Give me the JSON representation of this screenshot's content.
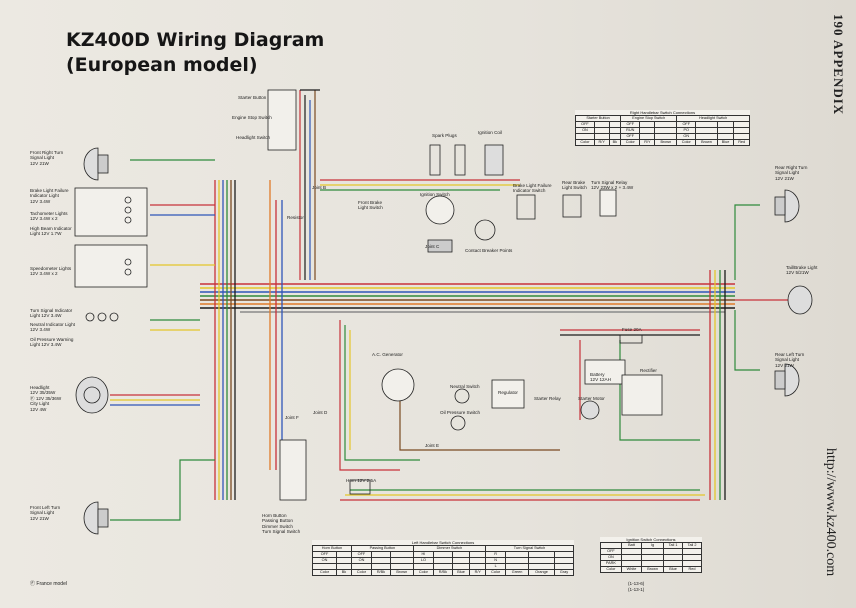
{
  "title": {
    "line1": "KZ400D Wiring Diagram",
    "line2": "(European model)"
  },
  "side_header": "190 APPENDIX",
  "url": "http://www.kz400.com",
  "footnote": "Ⓕ France model",
  "components": {
    "front_right_turn": "Front Right Turn\nSignal Light\n12V 21W",
    "brake_failure": "Brake Light Failure\nIndicator Light\n12V 3.4W",
    "tachometer": "Tachometer Lights\n12V 3.4W x 2",
    "high_beam": "High Beam Indicator\nLight 12V 1.7W",
    "speedometer": "Speedometer Lights\n12V 3.4W x 2",
    "turn_indicator": "Turn Signal Indicator\nLight 12V 3.4W",
    "neutral_indicator": "Neutral Indicator Light\n12V 3.4W",
    "oil_warning": "Oil Pressure Warning\nLight 12V 3.4W",
    "headlight": "Headlight\n12V 35/35W\nⒻ 12V 35/36W\nCity Light\n12V 4W",
    "front_left_turn": "Front Left Turn\nSignal Light\n12V 21W",
    "starter_button": "Starter Button",
    "engine_stop": "Engine Stop Switch",
    "headlight_switch": "Headlight Switch",
    "spark_plugs": "Spark Plugs",
    "ignition_coil": "Ignition Coil",
    "front_brake": "Front Brake\nLight Switch",
    "ignition_switch": "Ignition Switch",
    "contact_breaker": "Contact Breaker Points",
    "brake_failure_switch": "Brake Light Failure\nIndicator Switch",
    "rear_brake": "Rear Brake\nLight Switch",
    "turn_relay": "Turn Signal Relay\n12V 23W x 2 + 3.4W",
    "rear_right_turn": "Rear Right Turn\nSignal Light\n12V 21W",
    "tail_brake": "Tail/Brake Light\n12V 5/21W",
    "rear_left_turn": "Rear Left Turn\nSignal Light\n12V 21W",
    "fuse": "Fuse 20A",
    "battery": "Battery\n12V 12AH",
    "rectifier": "Rectifier",
    "ac_generator": "A.C. Generator",
    "neutral_switch": "Neutral Switch",
    "regulator": "Regulator",
    "starter_relay": "Starter Relay",
    "starter_motor": "Starter Motor",
    "oil_pressure_switch": "Oil Pressure Switch",
    "horn": "Horn 12V 2.5A",
    "left_switch_group": "Horn Button\nPassing Button\nDimmer Switch\nTurn Signal Switch",
    "resistor": "Resistor",
    "joint_b": "Joint B",
    "joint_c": "Joint C",
    "joint_d": "Joint D",
    "joint_e": "Joint E",
    "joint_f": "Joint F",
    "code1": "(1-13-6)",
    "code2": "(1-13-1)"
  },
  "right_table": {
    "caption": "Right Handlebar Switch Connections",
    "groups": [
      "Starter Button",
      "Engine Stop Switch",
      "Headlight Switch"
    ],
    "rows": [
      [
        "OFF",
        "",
        "",
        "OFF",
        "",
        "",
        "OFF",
        "",
        ""
      ],
      [
        "ON",
        "",
        "",
        "RUN",
        "",
        "",
        "PO",
        "",
        ""
      ],
      [
        "",
        "",
        "",
        "OFF",
        "",
        "",
        "ON",
        "",
        ""
      ]
    ],
    "color_row": [
      "Color",
      "R/Y",
      "Bk",
      "Color",
      "R/Y",
      "Brown",
      "Color",
      "Brown",
      "Blue",
      "Red"
    ]
  },
  "left_table": {
    "caption": "Left Handlebar Switch Connections",
    "groups": [
      "Horn Button",
      "Passing Button",
      "Dimmer Switch",
      "Turn Signal Switch"
    ],
    "rows": [
      [
        "OFF",
        "",
        "",
        "OFF",
        "",
        "",
        "HI",
        "",
        "",
        "",
        "R",
        "",
        ""
      ],
      [
        "ON",
        "",
        "",
        "ON",
        "",
        "",
        "LO",
        "",
        "",
        "",
        "N",
        "",
        ""
      ],
      [
        "",
        "",
        "",
        "",
        "",
        "",
        "",
        "",
        "",
        "",
        "L",
        "",
        ""
      ]
    ],
    "color_row": [
      "Color",
      "Bk",
      "Color",
      "R/Bk",
      "Brown",
      "Color",
      "R/Bk",
      "Blue",
      "R/Y",
      "Color",
      "Green",
      "Orange",
      "Gray"
    ]
  },
  "ignition_table": {
    "caption": "Ignition Switch Connections",
    "header": [
      "",
      "Batt",
      "Ig",
      "Tail 1",
      "Tail 2"
    ],
    "rows": [
      [
        "OFF",
        "",
        "",
        "",
        ""
      ],
      [
        "ON",
        "",
        "",
        "",
        ""
      ],
      [
        "PARK",
        "",
        "",
        "",
        ""
      ]
    ],
    "color_row": [
      "Color",
      "White",
      "Brown",
      "Blue",
      "Red"
    ]
  },
  "wire_colors": {
    "red": "#c8323a",
    "yellow": "#e4c62a",
    "blue": "#2f56b8",
    "green": "#2f8a3c",
    "brown": "#7a4a22",
    "black": "#1c1c1c",
    "orange": "#e07b2a",
    "gray": "#8a8a8a",
    "white": "#f4f4f4"
  }
}
